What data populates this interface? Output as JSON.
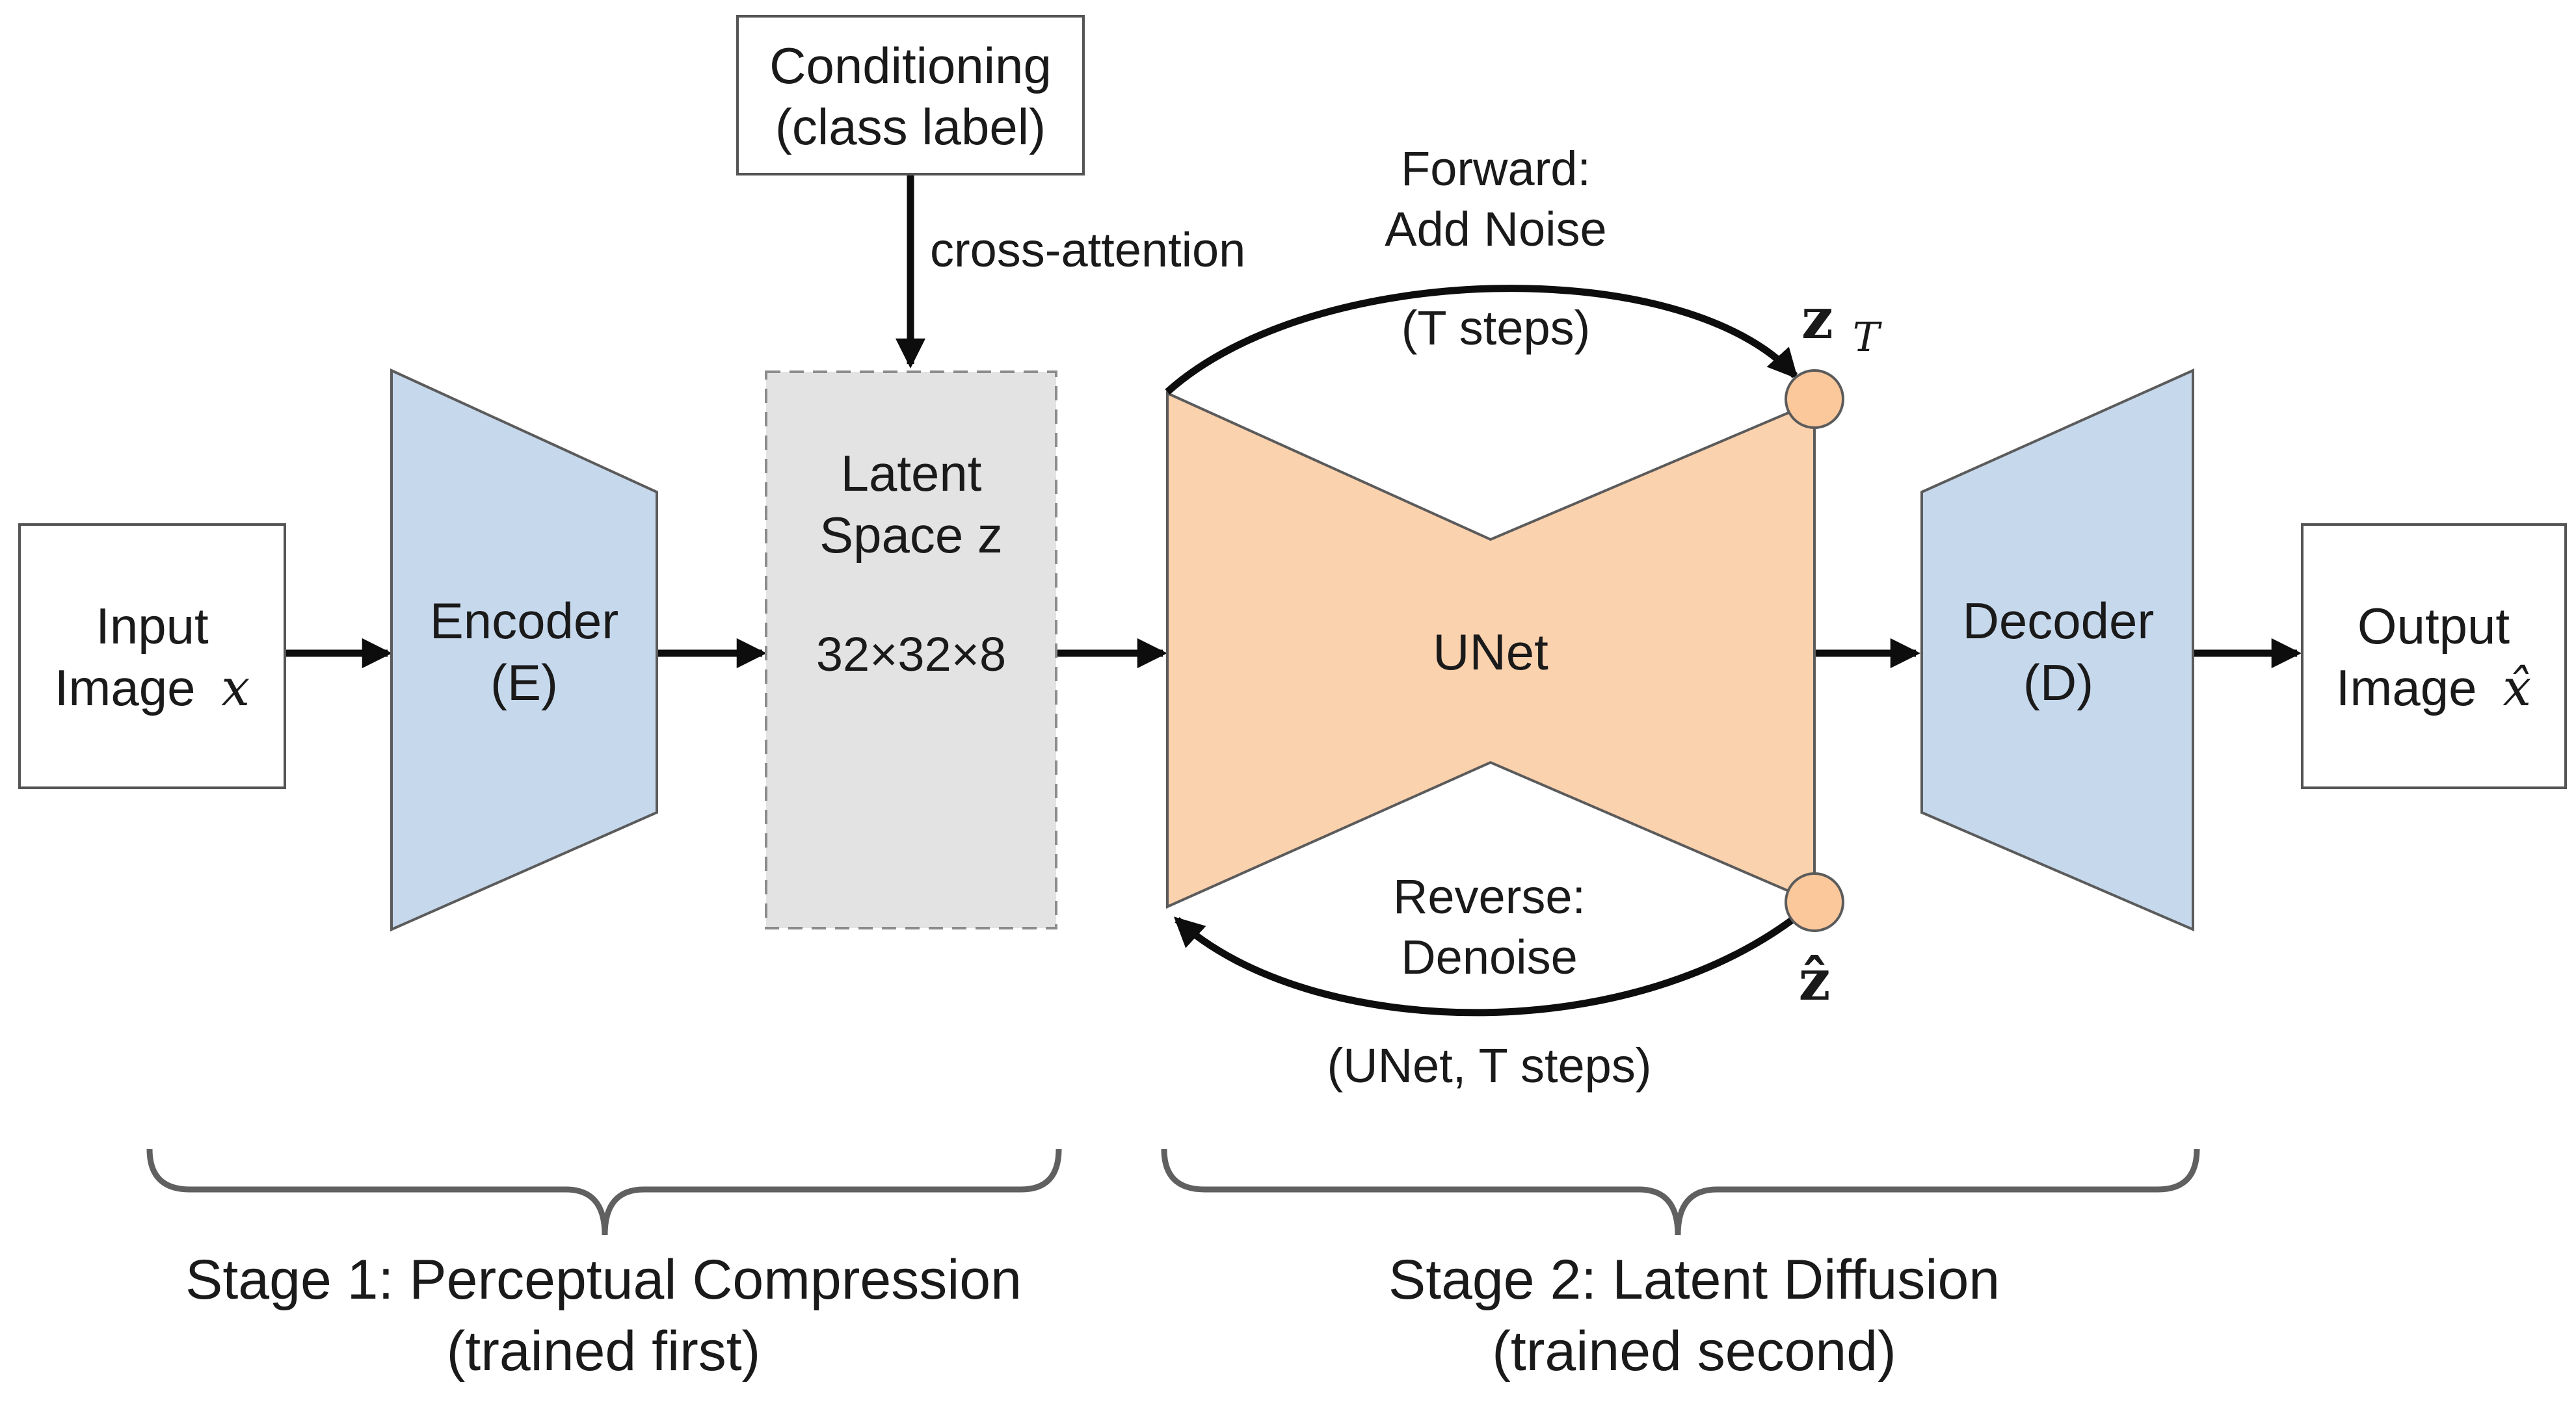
{
  "colors": {
    "encoder_fill": "#c6d8ec",
    "decoder_fill": "#c6d8ec",
    "trapezoid_stroke": "#5b5b5b",
    "unet_fill": "#fbd2ae",
    "unet_node_fill": "#fbc89c",
    "latent_fill": "#e3e3e3",
    "latent_stroke": "#8c8c8c",
    "box_stroke": "#555555",
    "arrow": "#0d0d0d",
    "brace": "#606060"
  },
  "input": {
    "line1": "Input",
    "line2": "Image",
    "symbol": "x"
  },
  "encoder": {
    "line1": "Encoder",
    "line2": "(E)"
  },
  "conditioning": {
    "line1": "Conditioning",
    "line2": "(class label)"
  },
  "cross_attention_label": "cross-attention",
  "latent": {
    "line1": "Latent",
    "line2": "Space z",
    "dims": "32×32×8"
  },
  "unet": {
    "label": "UNet"
  },
  "forward": {
    "line1": "Forward:",
    "line2": "Add Noise",
    "line3": "(T steps)"
  },
  "reverse": {
    "line1": "Reverse:",
    "line2": "Denoise",
    "line3": "(UNet, T steps)"
  },
  "z_T": {
    "base": "z",
    "sub": "T"
  },
  "z_hat": {
    "base": "ẑ"
  },
  "decoder": {
    "line1": "Decoder",
    "line2": "(D)"
  },
  "output": {
    "line1": "Output",
    "line2": "Image",
    "symbol": "x̂"
  },
  "stage1": {
    "line1": "Stage 1: Perceptual Compression",
    "line2": "(trained first)"
  },
  "stage2": {
    "line1": "Stage 2: Latent Diffusion",
    "line2": "(trained second)"
  }
}
